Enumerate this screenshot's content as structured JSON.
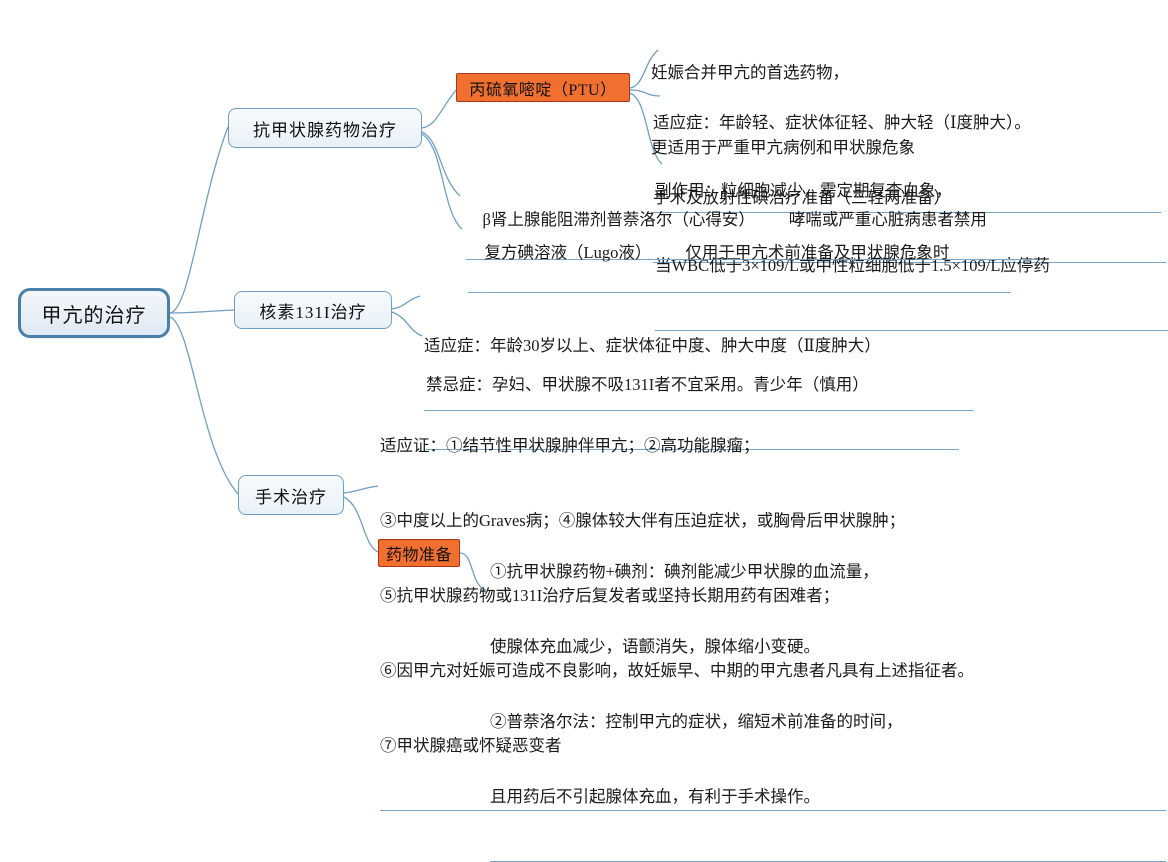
{
  "title": "甲亢的治疗",
  "colors": {
    "node_border": "#6f9ec4",
    "root_border": "#4a7fa8",
    "node_fill": "#eef4fa",
    "highlight_fill": "#f2702f",
    "highlight_border": "#a8341a",
    "edge": "#6f9ec4",
    "text": "#1a1a1a",
    "background": "#ffffff"
  },
  "root": {
    "label": "甲亢的治疗"
  },
  "branches": [
    {
      "id": "antithyroid-drugs",
      "label": "抗甲状腺药物治疗",
      "children": [
        {
          "id": "ptu",
          "label": "丙硫氧嘧啶（PTU）",
          "highlight": true,
          "children": [
            {
              "id": "ptu-indication-pregnancy",
              "lines": [
                "妊娠合并甲亢的首选药物，",
                "更适用于严重甲亢病例和甲状腺危象"
              ]
            },
            {
              "id": "ptu-indications",
              "lines": [
                "适应症：年龄轻、症状体征轻、肿大轻（Ⅰ度肿大）。",
                "手术及放射性碘治疗准备（三轻两准备）"
              ]
            },
            {
              "id": "ptu-side-effects",
              "lines": [
                "副作用：粒细胞减少，需定期复查血象，",
                "当WBC低于3×109/L或中性粒细胞低于1.5×109/L应停药"
              ]
            }
          ]
        },
        {
          "id": "propranolol",
          "label": "β肾上腺能阻滞剂普萘洛尔（心得安）",
          "note": "哮喘或严重心脏病患者禁用"
        },
        {
          "id": "lugol",
          "label": "复方碘溶液（Lugo液）",
          "note": "仅用于甲亢术前准备及甲状腺危象时"
        }
      ]
    },
    {
      "id": "radioiodine",
      "label": "核素131I治疗",
      "children": [
        {
          "id": "ri-indications",
          "lines": [
            "适应症：年龄30岁以上、症状体征中度、肿大中度（Ⅱ度肿大）"
          ]
        },
        {
          "id": "ri-contraindications",
          "lines": [
            "禁忌症：孕妇、甲状腺不吸131I者不宜采用。青少年（慎用）"
          ]
        }
      ]
    },
    {
      "id": "surgery",
      "label": "手术治疗",
      "children": [
        {
          "id": "surgery-indications",
          "lines": [
            "适应证：①结节性甲状腺肿伴甲亢；②高功能腺瘤；",
            "③中度以上的Graves病；④腺体较大伴有压迫症状，或胸骨后甲状腺肿；",
            "⑤抗甲状腺药物或131I治疗后复发者或坚持长期用药有困难者；",
            "⑥因甲亢对妊娠可造成不良影响，故妊娠早、中期的甲亢患者凡具有上述指征者。",
            "⑦甲状腺癌或怀疑恶变者"
          ]
        },
        {
          "id": "drug-preparation",
          "label": "药物准备",
          "highlight": true,
          "children": [
            {
              "id": "drug-prep-detail",
              "lines": [
                "①抗甲状腺药物+碘剂：碘剂能减少甲状腺的血流量，",
                "使腺体充血减少，语颤消失，腺体缩小变硬。",
                "②普萘洛尔法：控制甲亢的症状，缩短术前准备的时间，",
                "且用药后不引起腺体充血，有利于手术操作。"
              ]
            }
          ]
        }
      ]
    }
  ]
}
